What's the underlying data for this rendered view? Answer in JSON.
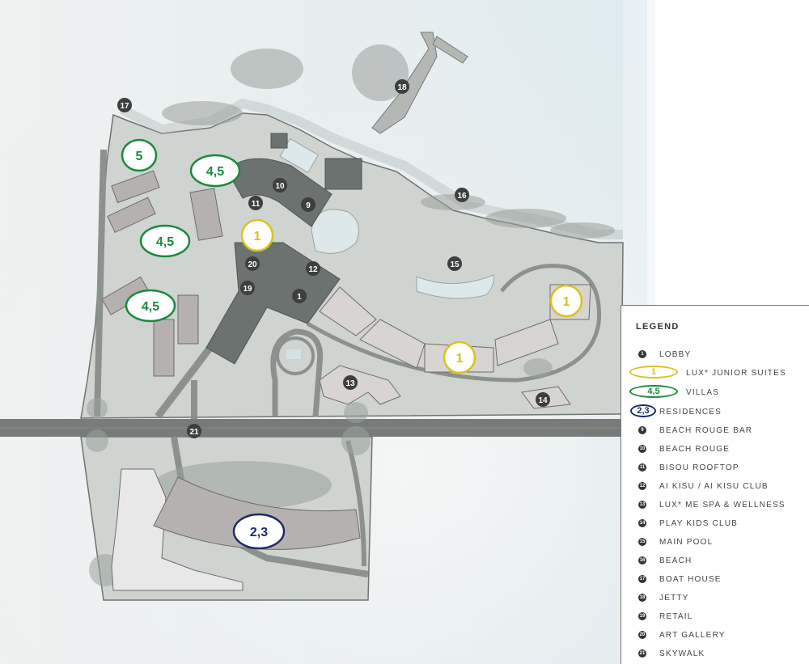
{
  "map": {
    "zones": [
      {
        "id": "z1a",
        "label": "1",
        "color": "#d9c21e"
      },
      {
        "id": "z1b",
        "label": "1",
        "color": "#d9c21e"
      },
      {
        "id": "z1c",
        "label": "1",
        "color": "#d9c21e"
      },
      {
        "id": "z45a",
        "label": "4,5",
        "color": "#1a8a3c"
      },
      {
        "id": "z45b",
        "label": "4,5",
        "color": "#1a8a3c"
      },
      {
        "id": "z45c",
        "label": "4,5",
        "color": "#1a8a3c"
      },
      {
        "id": "z5",
        "label": "5",
        "color": "#1a8a3c"
      },
      {
        "id": "z23",
        "label": "2,3",
        "color": "#1f2a6b"
      }
    ],
    "markers": [
      "17",
      "18",
      "16",
      "10",
      "11",
      "9",
      "15",
      "20",
      "12",
      "19",
      "1",
      "13",
      "14",
      "21"
    ]
  },
  "legend": {
    "title": "LEGEND",
    "items": [
      {
        "num": "1",
        "label": "LOBBY",
        "kind": "dot"
      },
      {
        "num": "1",
        "label": "LUX* JUNIOR SUITES",
        "kind": "oval",
        "color": "#d9c21e"
      },
      {
        "num": "4,5",
        "label": "VILLAS",
        "kind": "oval",
        "color": "#1a8a3c"
      },
      {
        "num": "2,3",
        "label": "RESIDENCES",
        "kind": "oval",
        "color": "#1f2a6b"
      },
      {
        "num": "9",
        "label": "BEACH ROUGE BAR",
        "kind": "dot"
      },
      {
        "num": "10",
        "label": "BEACH ROUGE",
        "kind": "dot"
      },
      {
        "num": "11",
        "label": "BISOU ROOFTOP",
        "kind": "dot"
      },
      {
        "num": "12",
        "label": "AI KISU / AI KISU CLUB",
        "kind": "dot"
      },
      {
        "num": "13",
        "label": "LUX* ME SPA & WELLNESS",
        "kind": "dot"
      },
      {
        "num": "14",
        "label": "PLAY KIDS CLUB",
        "kind": "dot"
      },
      {
        "num": "15",
        "label": "MAIN POOL",
        "kind": "dot"
      },
      {
        "num": "16",
        "label": "BEACH",
        "kind": "dot"
      },
      {
        "num": "17",
        "label": "BOAT HOUSE",
        "kind": "dot"
      },
      {
        "num": "18",
        "label": "JETTY",
        "kind": "dot"
      },
      {
        "num": "19",
        "label": "RETAIL",
        "kind": "dot"
      },
      {
        "num": "20",
        "label": "ART GALLERY",
        "kind": "dot"
      },
      {
        "num": "21",
        "label": "SKYWALK",
        "kind": "dot"
      }
    ]
  }
}
